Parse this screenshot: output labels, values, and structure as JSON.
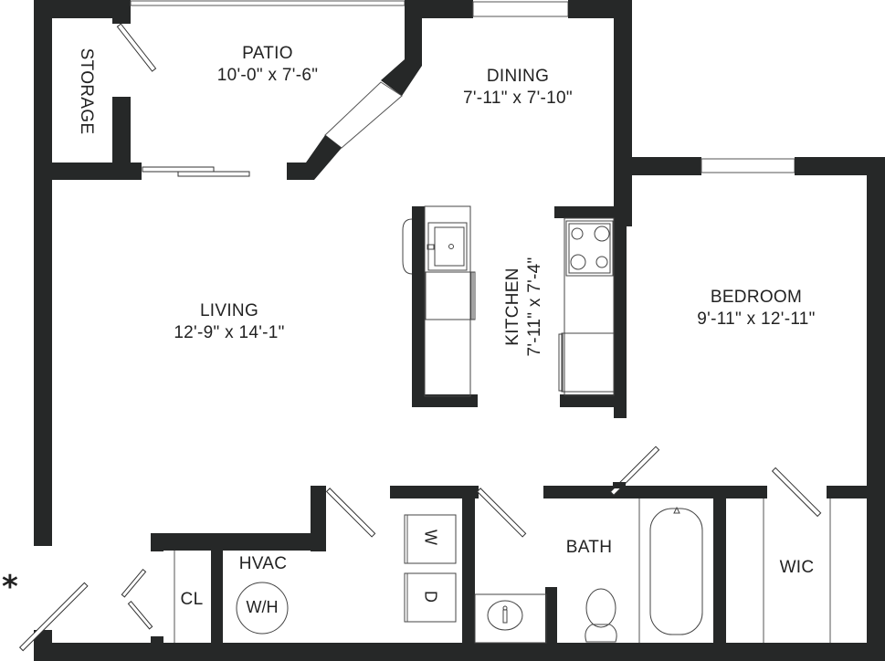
{
  "floorplan": {
    "rooms": {
      "patio": {
        "name": "PATIO",
        "dims": "10'-0\" x 7'-6\""
      },
      "storage": {
        "name": "STORAGE"
      },
      "dining": {
        "name": "DINING",
        "dims": "7'-11\" x 7'-10\""
      },
      "kitchen": {
        "name": "KITCHEN",
        "dims": "7'-11\" x 7'-4\""
      },
      "living": {
        "name": "LIVING",
        "dims": "12'-9\" x 14'-1\""
      },
      "bedroom": {
        "name": "BEDROOM",
        "dims": "9'-11\" x 12'-11\""
      },
      "bath": {
        "name": "BATH"
      },
      "wic": {
        "name": "WIC"
      },
      "hvac": {
        "name": "HVAC"
      },
      "closet": {
        "name": "CL"
      }
    },
    "appliances": {
      "washer": "W",
      "dryer": "D",
      "water_heater": "W/H"
    },
    "entry_marker": "*",
    "colors": {
      "wall": "#262828",
      "background": "#ffffff",
      "line": "#444444"
    }
  }
}
